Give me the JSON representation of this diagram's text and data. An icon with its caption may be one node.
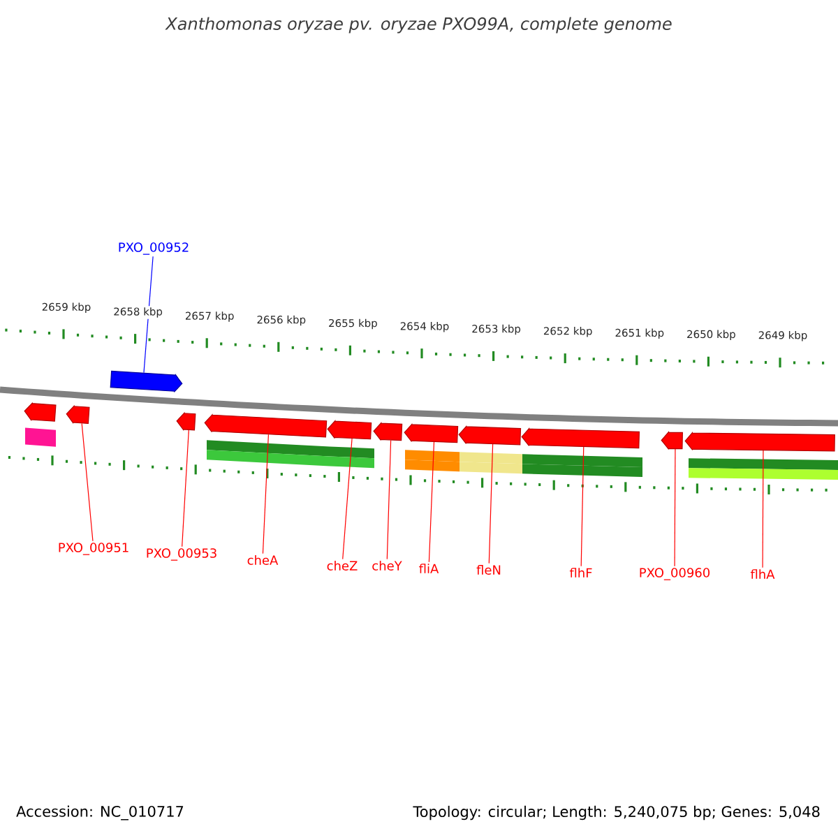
{
  "diagram": {
    "title": "Xanthomonas oryzae pv. oryzae PXO99A, complete genome",
    "nodes": [
      {
        "text": [
          "PXO_00952"
        ]
      },
      {
        "text": [],
        "shape": "pentagon"
      },
      {
        "text": [],
        "shape": "pentagon"
      },
      {
        "text": [],
        "shape": "pentagon"
      },
      {
        "text": [],
        "shape": "pentagon"
      },
      {
        "text": [],
        "shape": "pentagon"
      },
      {
        "text": [],
        "shape": "pentagon"
      },
      {
        "text": [],
        "shape": "pentagon"
      },
      {
        "text": [],
        "shape": "pentagon"
      },
      {
        "text": [],
        "shape": "pentagon"
      },
      {
        "text": [],
        "shape": "pentagon"
      },
      {
        "text": [],
        "shape": "pentagon"
      },
      {
        "text": [],
        "shape": "pentagon"
      },
      {
        "text": [
          "PXO_00951"
        ]
      },
      {
        "text": [
          "PXO_00953"
        ]
      },
      {
        "text": [
          "cheA"
        ]
      },
      {
        "text": [
          "cheZ"
        ]
      },
      {
        "text": [
          "cheY"
        ]
      },
      {
        "text": [
          "fliA"
        ]
      },
      {
        "text": [
          "fleN"
        ]
      },
      {
        "text": [
          "flhF"
        ]
      },
      {
        "text": [
          "PXO_00960"
        ]
      },
      {
        "text": [
          "flhA"
        ]
      }
    ],
    "edges": [
      {
        "from": 0,
        "to": 1,
        "arrow": "none",
        "color": "#0000ff"
      },
      {
        "from": 13,
        "to": 3,
        "arrow": "none"
      },
      {
        "from": 14,
        "to": 4,
        "arrow": "none"
      },
      {
        "from": 15,
        "to": 5,
        "arrow": "none"
      },
      {
        "from": 16,
        "to": 6,
        "arrow": "none"
      },
      {
        "from": 17,
        "to": 7,
        "arrow": "none"
      },
      {
        "from": 18,
        "to": 8,
        "arrow": "none"
      },
      {
        "from": 19,
        "to": 9,
        "arrow": "none"
      },
      {
        "from": 20,
        "to": 10,
        "arrow": "none"
      },
      {
        "from": 21,
        "to": 11,
        "arrow": "none"
      },
      {
        "from": 22,
        "to": 12,
        "arrow": "none"
      }
    ],
    "labels": [
      "2659 kbp",
      "2658 kbp",
      "2657 kbp",
      "2656 kbp",
      "2655 kbp",
      "2654 kbp",
      "2653 kbp",
      "2652 kbp",
      "2651 kbp",
      "2650 kbp",
      "2649 kbp",
      "Accession: NC_010717",
      "Topology: circular; Length: 5,240,075 bp; Genes: 5,048"
    ]
  }
}
